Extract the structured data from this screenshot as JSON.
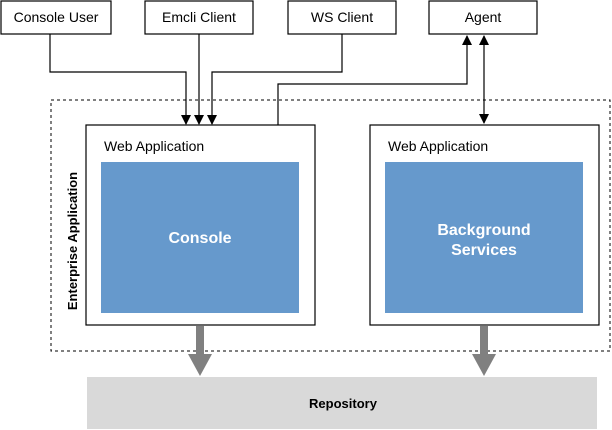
{
  "clients": {
    "console_user": "Console User",
    "emcli_client": "Emcli Client",
    "ws_client": "WS Client",
    "agent": "Agent"
  },
  "enterprise": {
    "label": "Enterprise Application"
  },
  "web_apps": {
    "left_title": "Web Application",
    "right_title": "Web Application"
  },
  "components": {
    "console": "Console",
    "background_line1": "Background",
    "background_line2": "Services"
  },
  "repository": {
    "label": "Repository"
  },
  "colors": {
    "component_fill": "#6699cc",
    "repository_fill": "#d9d9d9",
    "flow_arrow": "#808080"
  }
}
